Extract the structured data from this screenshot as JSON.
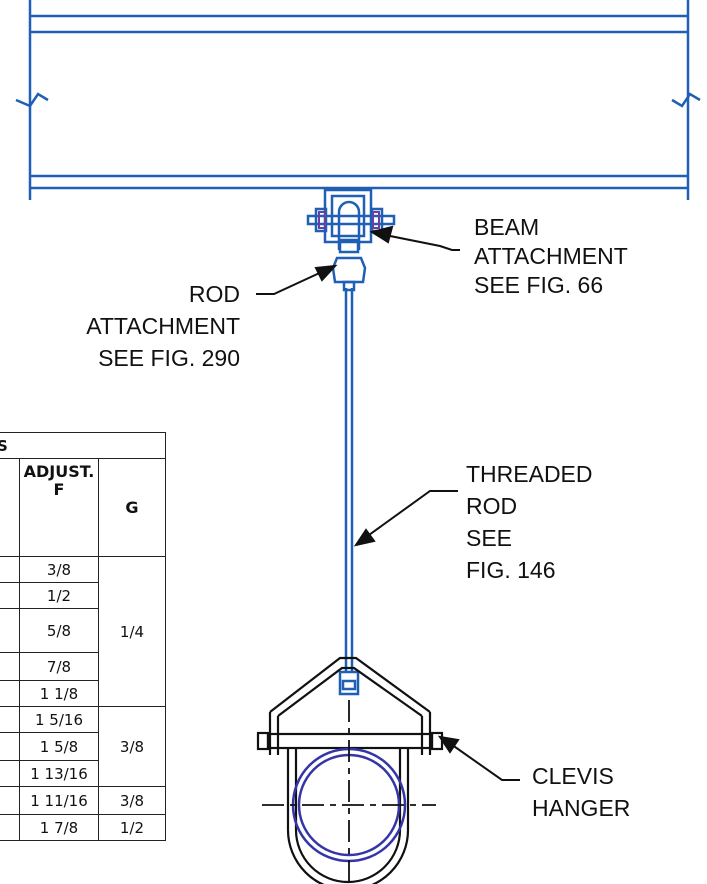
{
  "labels": {
    "beam_attachment": [
      "BEAM",
      "ATTACHMENT",
      "SEE FIG. 66"
    ],
    "rod_attachment": [
      "ROD",
      "ATTACHMENT",
      "SEE FIG. 290"
    ],
    "threaded_rod": [
      "THREADED",
      "ROD",
      "SEE",
      "FIG. 146"
    ],
    "clevis_hanger": [
      "CLEVIS",
      "HANGER"
    ]
  },
  "table": {
    "title_fragment": "S",
    "headers": {
      "adjust_line1": "ADJUST.",
      "adjust_line2": "F",
      "g": "G"
    },
    "rows": [
      {
        "f": "3/8",
        "g": ""
      },
      {
        "f": "1/2",
        "g": ""
      },
      {
        "f": "5/8",
        "g": "1/4"
      },
      {
        "f": "7/8",
        "g": ""
      },
      {
        "f": "1 1/8",
        "g": ""
      },
      {
        "f": "1 5/16",
        "g": ""
      },
      {
        "f": "1 5/8",
        "g": "3/8"
      },
      {
        "f": "1 13/16",
        "g": ""
      },
      {
        "f": "1 11/16",
        "g": "3/8"
      },
      {
        "f": "1 7/8",
        "g": "1/2"
      }
    ]
  },
  "colors": {
    "steel": "#1f5fb5",
    "pipe": "#3535a8",
    "ink": "#111111"
  }
}
